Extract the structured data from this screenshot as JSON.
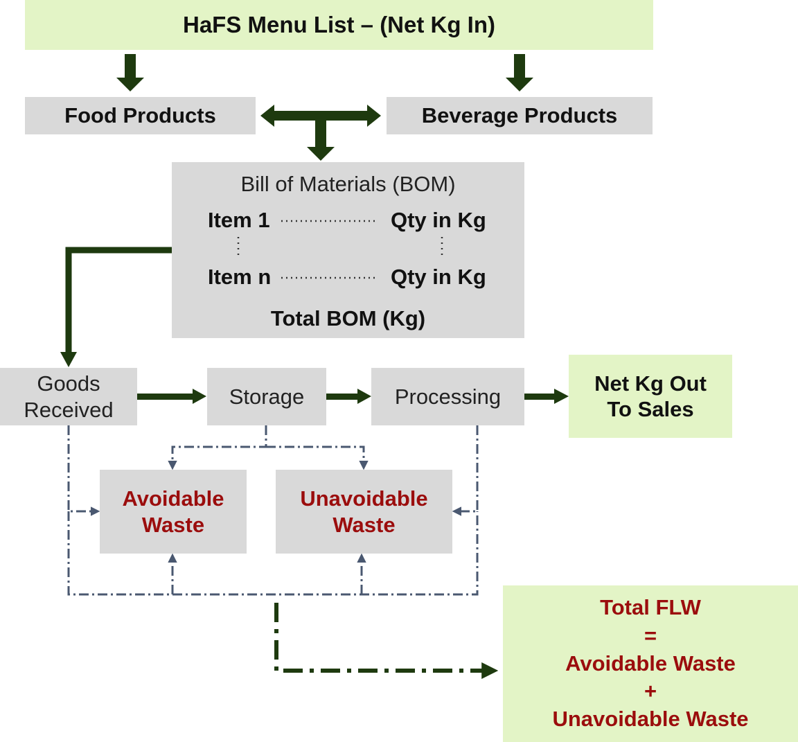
{
  "header": {
    "title": "HaFS Menu List – (Net Kg In)"
  },
  "food": {
    "label": "Food Products"
  },
  "beverage": {
    "label": "Beverage Products"
  },
  "bom": {
    "title": "Bill of Materials (BOM)",
    "item1": "Item 1",
    "qty1": "Qty in Kg",
    "itemn": "Item n",
    "qtyn": "Qty in Kg",
    "total": "Total BOM (Kg)"
  },
  "process": {
    "goods_line1": "Goods",
    "goods_line2": "Received",
    "storage": "Storage",
    "processing": "Processing",
    "net_line1": "Net Kg Out",
    "net_line2": "To Sales"
  },
  "waste": {
    "avoidable_line1": "Avoidable",
    "avoidable_line2": "Waste",
    "unavoidable_line1": "Unavoidable",
    "unavoidable_line2": "Waste"
  },
  "total": {
    "line1": "Total FLW",
    "line2": "=",
    "line3": "Avoidable Waste",
    "line4": "+",
    "line5": "Unavoidable Waste"
  },
  "colors": {
    "arrow_green": "#1e3a0f",
    "dashed_blue": "#4a5870",
    "waste_red": "#9b0d0d",
    "box_gray": "#d9d9d9",
    "box_green": "#e3f4c6"
  }
}
